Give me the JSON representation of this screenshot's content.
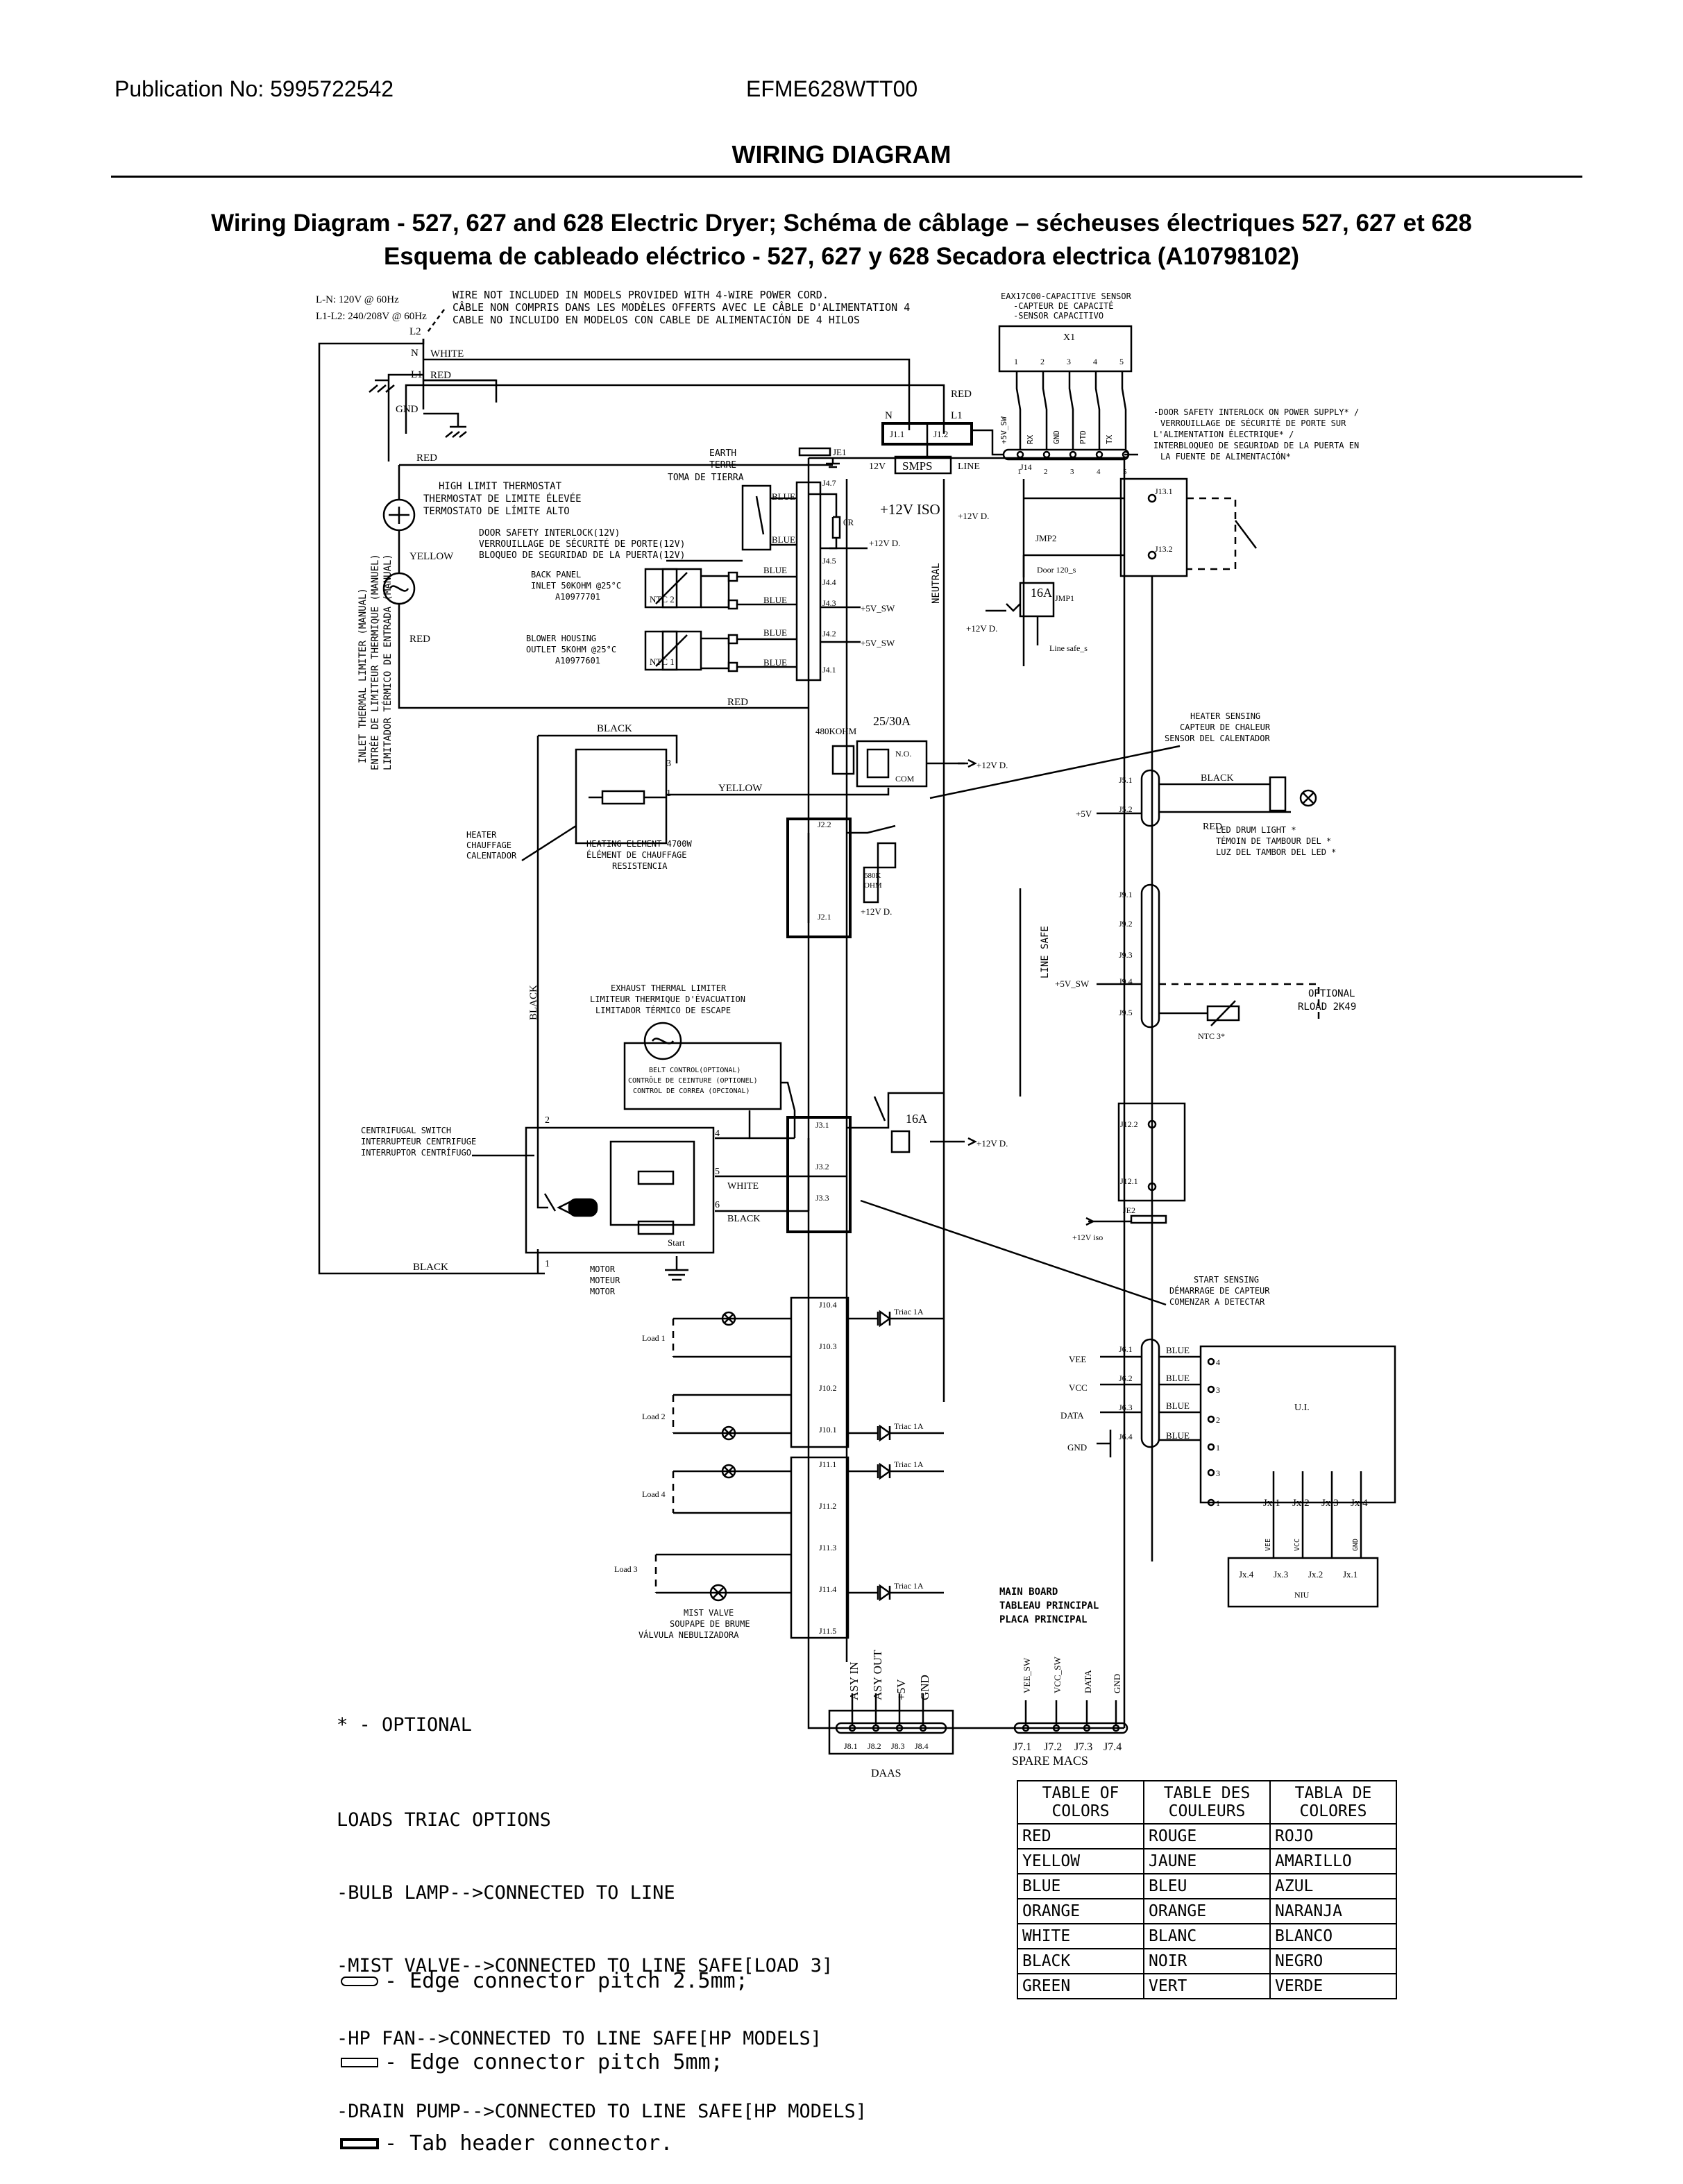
{
  "header": {
    "publication": "Publication No: 5995722542",
    "model": "EFME628WTT00",
    "title": "WIRING DIAGRAM",
    "subtitle_1": "Wiring Diagram - 527, 627 and 628 Electric Dryer; Schéma de câblage – sécheuses électriques 527, 627 et 628",
    "subtitle_2": "Esquema de cableado eléctrico - 527, 627 y 628 Secadora electrica (A10798102)"
  },
  "labels": {
    "supply_ln": "L-N: 120V @ 60Hz",
    "supply_l1l2": "L1-L2: 240/208V @ 60Hz",
    "wire_note_1": "WIRE NOT INCLUDED IN MODELS PROVIDED WITH 4-WIRE POWER CORD.",
    "wire_note_2": "CÂBLE NON COMPRIS DANS LES MODÈLES OFFERTS AVEC LE CÂBLE D'ALIMENTATION 4",
    "wire_note_3": "CABLE NO INCLUIDO EN MODELOS CON CABLE DE ALIMENTACIÓN DE 4 HILOS",
    "l2": "L2",
    "n": "N",
    "l1": "L1",
    "gnd": "GND",
    "white": "WHITE",
    "red": "RED",
    "yellow": "YELLOW",
    "blue": "BLUE",
    "black": "BLACK",
    "hl_1": "HIGH LIMIT THERMOSTAT",
    "hl_2": "THERMOSTAT DE LIMITE ÉLEVÉE",
    "hl_3": "TERMOSTATO DE LÍMITE ALTO",
    "earth_1": "EARTH",
    "earth_2": "TERRE",
    "earth_3": "TOMA DE TIERRA",
    "inlet_1": "INLET THERMAL LIMITER (MANUAL)",
    "inlet_2": "ENTRÉE DE LIMITEUR THERMIQUE (MANUEL)",
    "inlet_3": "LIMITADOR TÉRMICO DE ENTRADA (MANUAL)",
    "door_1": "DOOR SAFETY INTERLOCK(12V)",
    "door_2": "VERROUILLAGE DE SÉCURITÉ DE PORTE(12V)",
    "door_3": "BLOQUEO DE SEGURIDAD DE LA PUERTA(12V)",
    "back_1": "BACK PANEL",
    "back_2": "INLET 50KOHM @25°C",
    "back_3": "A10977701",
    "blower_1": "BLOWER HOUSING",
    "blower_2": "OUTLET 5KOHM @25°C",
    "blower_3": "A10977601",
    "ntc2": "NTC 2",
    "ntc1": "NTC 1",
    "ntc3": "NTC 3*",
    "je1": "JE1",
    "je2": "JE2",
    "j47": "J4.7",
    "j45": "J4.5",
    "j44": "J4.4",
    "j43": "J4.3",
    "j42": "J4.2",
    "j41": "J4.1",
    "zero_r": "0R",
    "v12d": "+12V D.",
    "v5sw": "+5V_SW",
    "v12iso": "+12V ISO",
    "v12iso_small": "+12V iso",
    "smps": "SMPS",
    "twelve_v": "12V",
    "line": "LINE",
    "neutral": "NEUTRAL",
    "line_safe": "LINE SAFE",
    "j11": "J1.1",
    "j12": "J1.2",
    "eax_1": "EAX17C00-CAPACITIVE SENSOR",
    "eax_2": "-CAPTEUR DE CAPACITÉ",
    "eax_3": "-SENSOR CAPACITIVO",
    "x1": "X1",
    "j14": "J14",
    "x_pins": [
      "1",
      "2",
      "3",
      "4",
      "5"
    ],
    "j14_sig": [
      "+5V_SW",
      "RX",
      "GND",
      "PTD",
      "TX"
    ],
    "dsi_1": "-DOOR SAFETY INTERLOCK ON POWER SUPPLY* /",
    "dsi_2": "VERROUILLAGE DE SÉCURITÉ DE PORTE SUR",
    "dsi_3": "L'ALIMENTATION ÉLECTRIQUE* /",
    "dsi_4": "INTERBLOQUEO DE SEGURIDAD DE LA PUERTA EN",
    "dsi_5": "LA FUENTE DE ALIMENTACIÓN*",
    "j131": "J13.1",
    "j132": "J13.2",
    "jmp2": "JMP2",
    "jmp1": "JMP1",
    "door120": "Door 120_s",
    "linesafe_s": "Line safe_s",
    "a16": "16A",
    "a2530": "25/30A",
    "k480": "480KOHM",
    "no": "N.O.",
    "com": "COM",
    "k680_1": "680K",
    "k680_2": "OHM",
    "heater_1": "HEATER",
    "heater_2": "CHAUFFAGE",
    "heater_3": "CALENTADOR",
    "he_1": "HEATING ELEMENT 4700W",
    "he_2": "ÉLÉMENT DE CHAUFFAGE",
    "he_3": "RESISTENCIA",
    "j22": "J2.2",
    "j21": "J2.1",
    "hs_1": "HEATER SENSING",
    "hs_2": "CAPTEUR DE CHALEUR",
    "hs_3": "SENSOR DEL CALENTADOR",
    "j51": "J5.1",
    "j52": "J5.2",
    "v5": "+5V",
    "led_1": "LED DRUM LIGHT *",
    "led_2": "TÉMOIN DE TAMBOUR DEL *",
    "led_3": "LUZ DEL TAMBOR DEL LED *",
    "j91": "J9.1",
    "j92": "J9.2",
    "j93": "J9.3",
    "j94": "J9.4",
    "j95": "J9.5",
    "opt_1": "OPTIONAL",
    "opt_2": "RLOAD 2K49",
    "ex_1": "EXHAUST THERMAL LIMITER",
    "ex_2": "LIMITEUR THERMIQUE D'ÉVACUATION",
    "ex_3": "LIMITADOR TÉRMICO DE ESCAPE",
    "belt_1": "BELT CONTROL(OPTIONAL)",
    "belt_2": "CONTRÔLE DE CEINTURE (OPTIONEL)",
    "belt_3": "CONTROL DE CORREA (OPCIONAL)",
    "cs_1": "CENTRIFUGAL SWITCH",
    "cs_2": "INTERRUPTEUR CENTRIFUGE",
    "cs_3": "INTERRUPTOR CENTRÍFUGO",
    "j31": "J3.1",
    "j32": "J3.2",
    "j33": "J3.3",
    "start": "Start",
    "motor_1": "MOTOR",
    "motor_2": "MOTEUR",
    "motor_3": "MOTOR",
    "j122": "J12.2",
    "j121": "J12.1",
    "ss_1": "START SENSING",
    "ss_2": "DÉMARRAGE DE CAPTEUR",
    "ss_3": "COMENZAR A DETECTAR",
    "j104": "J10.4",
    "j103": "J10.3",
    "j102": "J10.2",
    "j101": "J10.1",
    "j111": "J11.1",
    "j112": "J11.2",
    "j113": "J11.3",
    "j114": "J11.4",
    "j115": "J11.5",
    "triac": "Triac 1A",
    "load1": "Load 1",
    "load2": "Load 2",
    "load4": "Load 4",
    "load3": "Load 3",
    "mist_1": "MIST VALVE",
    "mist_2": "SOUPAPE DE BRUME",
    "mist_3": "VÁLVULA NEBULIZADORA",
    "vee": "VEE",
    "vcc": "VCC",
    "data": "DATA",
    "j61": "J6.1",
    "j62": "J6.2",
    "j63": "J6.3",
    "j64": "J6.4",
    "ui": "U.I.",
    "niu": "NIU",
    "ui_pins": [
      "4",
      "3",
      "2",
      "1",
      "3",
      "1"
    ],
    "jx": [
      "Jx.1",
      "Jx.2",
      "Jx.3",
      "Jx.4"
    ],
    "niu_sig": [
      "VEE",
      "VCC",
      "",
      "GND"
    ],
    "niu_pins": [
      "Jx.4",
      "Jx.3",
      "Jx.2",
      "Jx.1"
    ],
    "mb_1": "MAIN BOARD",
    "mb_2": "TABLEAU PRINCIPAL",
    "mb_3": "PLACA PRINCIPAL",
    "daas_sig": [
      "ASY IN",
      "ASY OUT",
      "+5V",
      "GND"
    ],
    "daas_pins": [
      "J8.1",
      "J8.2",
      "J8.3",
      "J8.4"
    ],
    "daas": "DAAS",
    "spare_sig": [
      "VEE_SW",
      "VCC_SW",
      "DATA",
      "GND"
    ],
    "spare_pins": [
      "J7.1",
      "J7.2",
      "J7.3",
      "J7.4"
    ],
    "spare": "SPARE MACS",
    "wire_nums": [
      "3",
      "1",
      "2",
      "4",
      "5",
      "6",
      "1"
    ]
  },
  "notes": {
    "optional": "* - OPTIONAL",
    "loads_title": "LOADS TRIAC OPTIONS",
    "loads": [
      "-BULB LAMP-->CONNECTED TO LINE",
      "-MIST VALVE-->CONNECTED TO LINE SAFE[LOAD 3]",
      "-HP FAN-->CONNECTED TO LINE SAFE[HP MODELS]",
      "-DRAIN PUMP-->CONNECTED TO LINE SAFE[HP MODELS]"
    ],
    "legend": [
      "- Edge connector pitch 2.5mm;",
      "- Edge connector pitch 5mm;",
      "- Tab header connector."
    ]
  },
  "color_table": {
    "headers": [
      [
        "TABLE OF",
        "COLORS"
      ],
      [
        "TABLE DES",
        "COULEURS"
      ],
      [
        "TABLA DE",
        "COLORES"
      ]
    ],
    "rows": [
      [
        "RED",
        "ROUGE",
        "ROJO"
      ],
      [
        "YELLOW",
        "JAUNE",
        "AMARILLO"
      ],
      [
        "BLUE",
        "BLEU",
        "AZUL"
      ],
      [
        "ORANGE",
        "ORANGE",
        "NARANJA"
      ],
      [
        "WHITE",
        "BLANC",
        "BLANCO"
      ],
      [
        "BLACK",
        "NOIR",
        "NEGRO"
      ],
      [
        "GREEN",
        "VERT",
        "VERDE"
      ]
    ]
  }
}
